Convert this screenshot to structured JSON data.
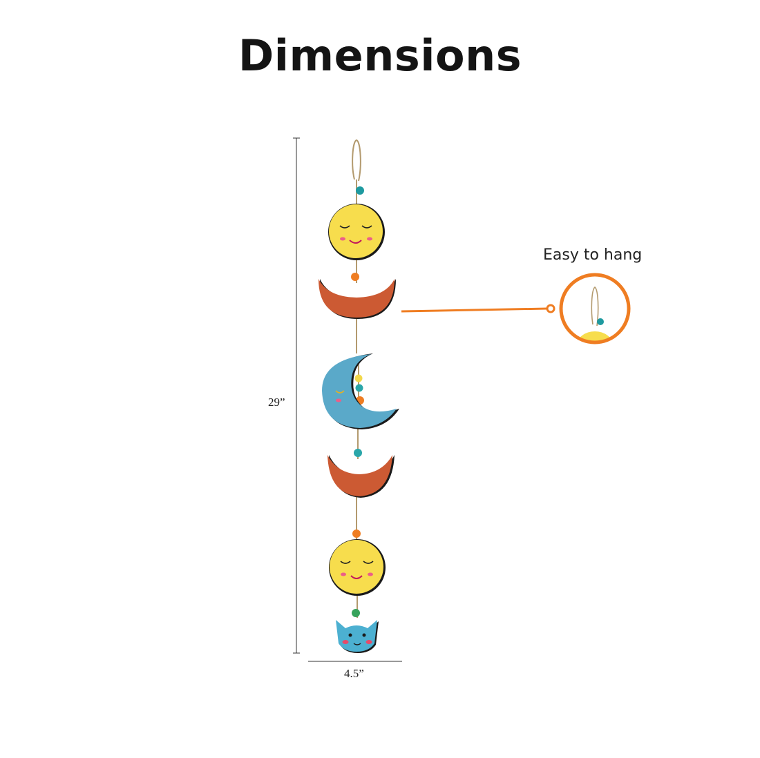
{
  "title": "Dimensions",
  "dimensions": {
    "height_label": "29”",
    "width_label": "4.5”"
  },
  "callout": {
    "label": "Easy to hang"
  },
  "colors": {
    "sun_yellow": "#f7dd4d",
    "crescent_orange": "#cc5a33",
    "moon_blue": "#5aa9c9",
    "accent_orange": "#ef7d22",
    "twine": "#b39a6e"
  }
}
